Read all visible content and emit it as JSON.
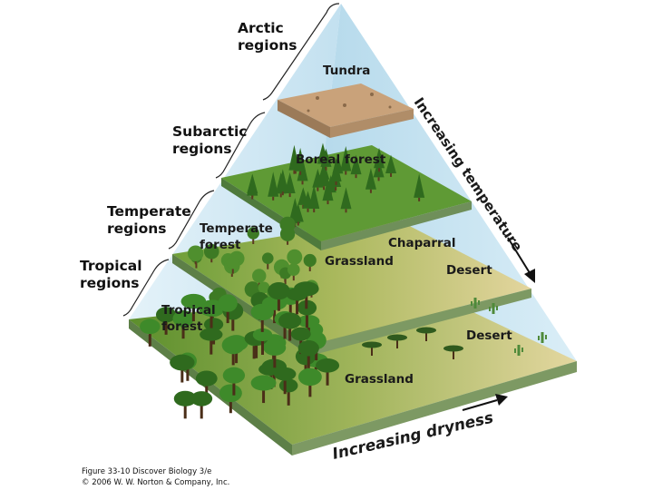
{
  "regions": {
    "arctic": "Arctic\nregions",
    "subarctic": "Subarctic\nregions",
    "temperate": "Temperate\nregions",
    "tropical": "Tropical\nregions"
  },
  "biomes": {
    "tundra": "Tundra",
    "boreal_forest": "Boreal forest",
    "temperate_forest_line1": "Temperate",
    "temperate_forest_line2": "forest",
    "chaparral": "Chaparral",
    "grassland_temperate": "Grassland",
    "desert_temperate": "Desert",
    "tropical_forest_line1": "Tropical",
    "tropical_forest_line2": "forest",
    "desert_tropical": "Desert",
    "grassland_tropical": "Grassland"
  },
  "axes": {
    "temperature": "Increasing temperature",
    "dryness": "Increasing dryness"
  },
  "caption": {
    "line1": "Figure 33-10  Discover Biology 3/e",
    "line2": "© 2006 W. W. Norton & Company, Inc."
  },
  "colors": {
    "sky": "#cfe8f4",
    "sky_light": "#eef7fb",
    "forest_green": "#4f8f2e",
    "dark_green": "#2f6a1e",
    "grass": "#9db556",
    "dry": "#d7cf8a",
    "desert": "#e6d9a3",
    "soil": "#c9a27a",
    "slab_side": "#6f8f5a"
  }
}
